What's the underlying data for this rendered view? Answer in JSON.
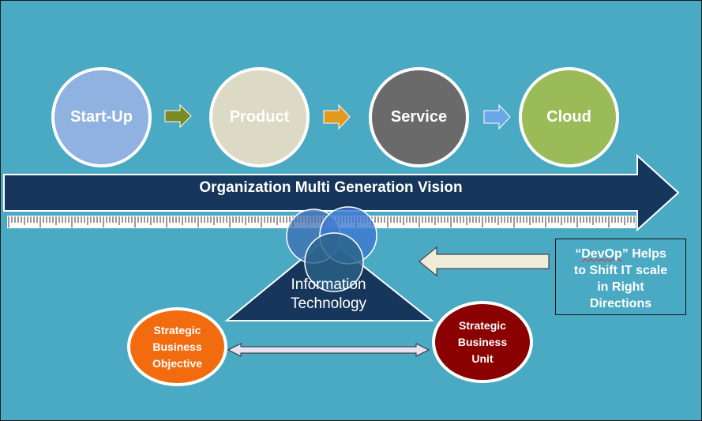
{
  "stages": [
    {
      "label": "Start-Up",
      "color": "#8fb2e0"
    },
    {
      "label": "Product",
      "color": "#dcd9c4"
    },
    {
      "label": "Service",
      "color": "#6a6a6a"
    },
    {
      "label": "Cloud",
      "color": "#9bbb59"
    }
  ],
  "stage_arrow_colors": [
    "#7b8a22",
    "#e39a1c",
    "#6aa6e8"
  ],
  "banner": {
    "label": "Organization Multi Generation Vision",
    "color": "#16365c"
  },
  "center": {
    "line1": "Information",
    "line2": "Technology"
  },
  "left_circle": {
    "line1": "Strategic",
    "line2": "Business",
    "line3": "Objective",
    "color": "#f26b0f"
  },
  "right_circle": {
    "line1": "Strategic",
    "line2": "Business",
    "line3": "Unit",
    "color": "#8b0000"
  },
  "callout": {
    "word": "DevOp",
    "rest1": " Helps",
    "line2": "to Shift IT scale",
    "line3": "in Right",
    "line4": "Directions"
  }
}
